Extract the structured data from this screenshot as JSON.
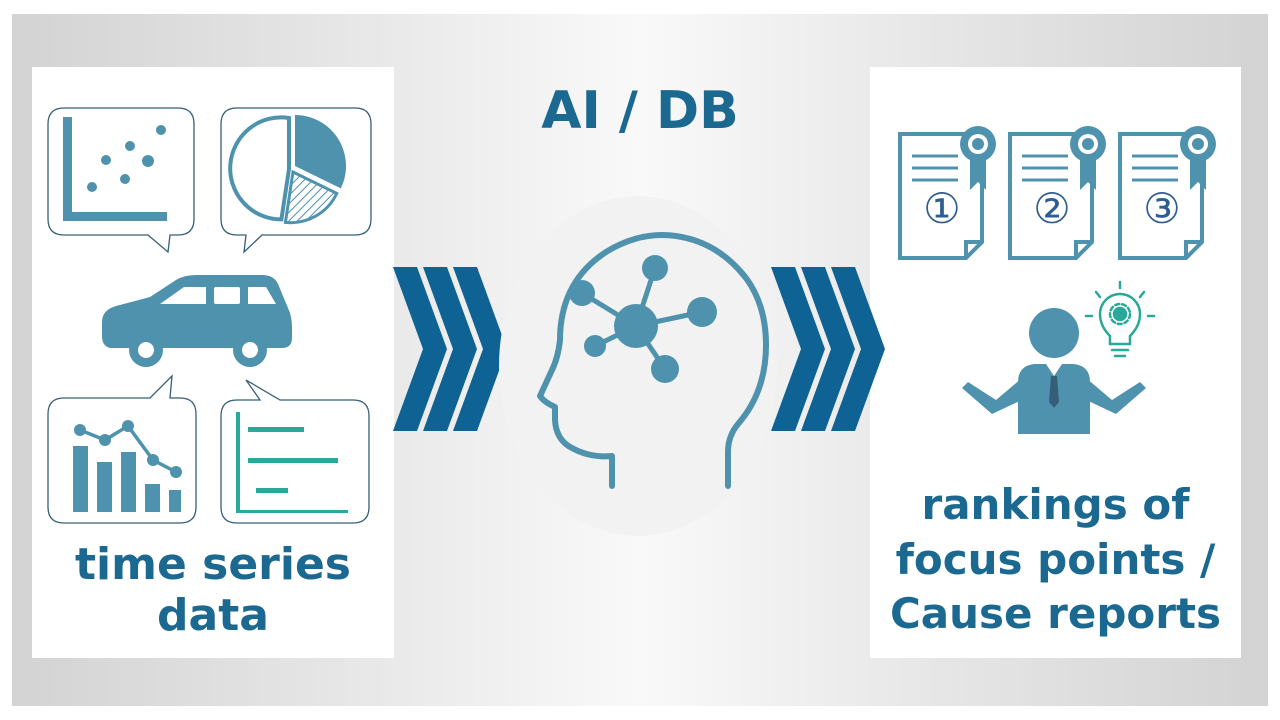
{
  "colors": {
    "accent": "#1b6891",
    "icon": "#4f92ad",
    "chevron": "#0f6294",
    "teal": "#2aa89a"
  },
  "diagram": {
    "center_label": "AI / DB",
    "input": {
      "label_lines": [
        "time series",
        "data"
      ]
    },
    "output": {
      "label_lines": [
        "rankings of",
        "focus points /",
        "Cause reports"
      ],
      "report_badges": [
        "①",
        "②",
        "③"
      ]
    }
  },
  "icons": [
    "scatter-plot-icon",
    "pie-chart-icon",
    "car-icon",
    "bar-line-chart-icon",
    "horizontal-bar-chart-icon",
    "ai-head-icon",
    "chevron-arrows-icon",
    "certificate-icon",
    "person-idea-icon",
    "lightbulb-gear-icon"
  ]
}
